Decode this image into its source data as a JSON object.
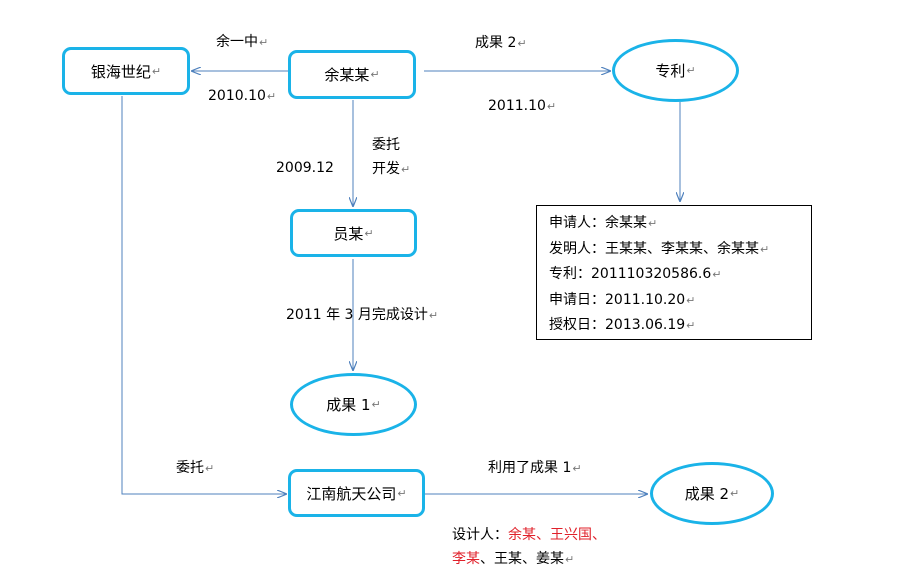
{
  "colors": {
    "node_border": "#1ab3e8",
    "arrow": "#4f81bd",
    "highlight": "#e0202a"
  },
  "pilcrow": "↵",
  "nodes": {
    "yinhai": "银海世纪",
    "yu": "余某某",
    "zhuanli": "专利",
    "yun": "员某",
    "result1": "成果 1",
    "jiangnan": "江南航天公司",
    "result2": "成果 2"
  },
  "edges": {
    "yu_yinhai_label": "余一中",
    "yu_yinhai_date": "2010.10",
    "yu_patent_label": "成果 2",
    "yu_patent_date": "2011.10",
    "yu_yun_label_1": "委托",
    "yu_yun_label_2": "开发",
    "yu_yun_date": "2009.12",
    "yun_result1_label": "2011 年 3 月完成设计",
    "yinhai_jiangnan_label": "委托",
    "jiangnan_result2_label": "利用了成果 1"
  },
  "patent_info": {
    "applicant": "申请人：余某某",
    "inventors": "发明人：王某某、李某某、余某某",
    "patent_no": "专利：201110320586.6",
    "apply_date": "申请日：2011.10.20",
    "grant_date": "授权日：2013.06.19"
  },
  "designers": {
    "prefix": "设计人：",
    "red_line1": "余某、王兴国、",
    "red_line2": "李某",
    "rest_line2": "、王某、姜某"
  }
}
